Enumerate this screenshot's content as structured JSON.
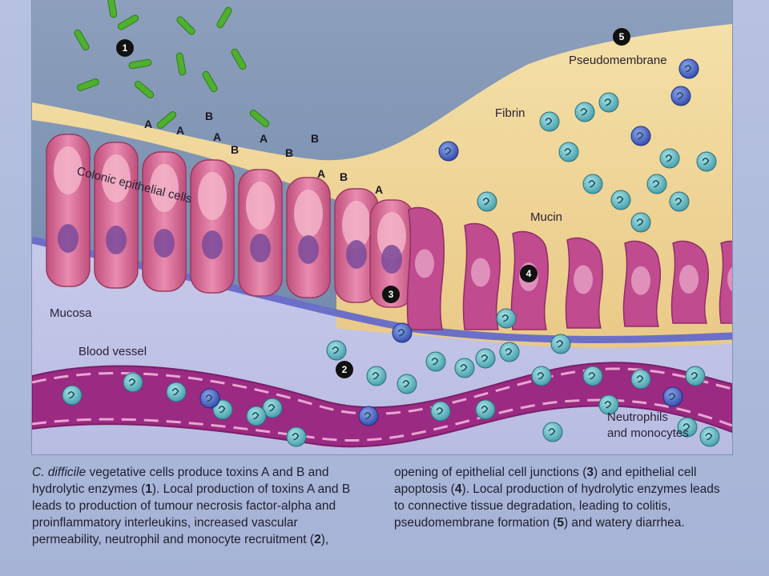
{
  "figure": {
    "markers": [
      "1",
      "2",
      "3",
      "4",
      "5"
    ],
    "labels": {
      "pseudomembrane": "Pseudomembrane",
      "fibrin": "Fibrin",
      "colonic_cells": "Colonic epithelial cells",
      "mucin": "Mucin",
      "mucosa": "Mucosa",
      "blood_vessel": "Blood vessel",
      "neutrophils_line1": "Neutrophils",
      "neutrophils_line2": "and monocytes"
    },
    "toxin_letters": [
      "A",
      "A",
      "B",
      "A",
      "B",
      "A",
      "B",
      "B",
      "A",
      "B",
      "A"
    ],
    "colors": {
      "background_sky": "#7d93b3",
      "fibrin": "#f0d79a",
      "epithelial": "#d76a93",
      "mucosa": "#c0c3e6",
      "vessel": "#9b2a83",
      "bacteria": "#4fb02f",
      "cell": "#57b3bd"
    }
  },
  "caption": {
    "left": {
      "species": "C. difficile",
      "s1": " vegetative cells produce toxins A and B and hydrolytic enzymes (",
      "n1": "1",
      "s2": "). Local production of toxins A and B leads to production of tumour necrosis factor-alpha and proinflammatory interleukins, increased vascular permeability, neutrophil and monocyte recruitment (",
      "n2": "2",
      "s3": "),"
    },
    "right": {
      "s1": "opening of epithelial cell junctions (",
      "n3": "3",
      "s2": ") and epithelial cell apoptosis (",
      "n4": "4",
      "s3": "). Local production of hydrolytic enzymes leads to connective tissue degradation, leading to colitis, pseudomembrane formation (",
      "n5": "5",
      "s4": ") and watery diarrhea."
    }
  }
}
